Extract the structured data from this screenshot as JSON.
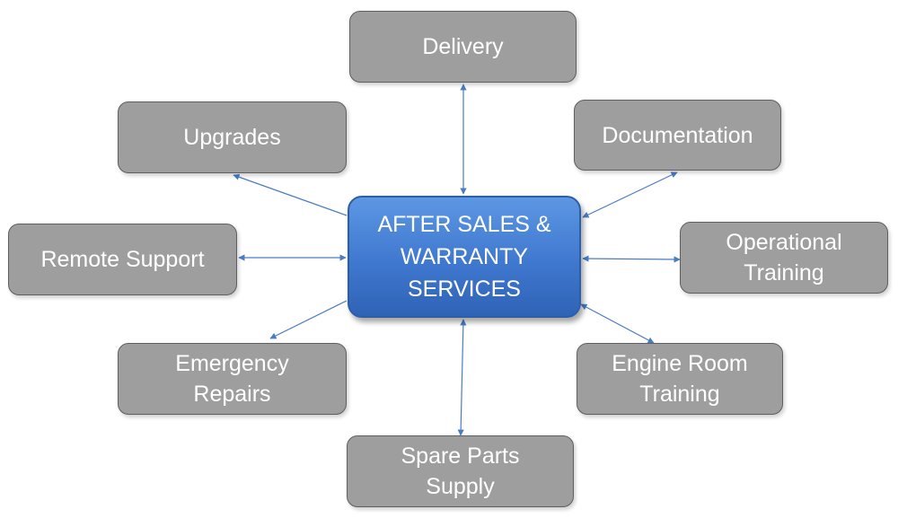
{
  "center": {
    "label": "AFTER SALES &\nWARRANTY\nSERVICES"
  },
  "nodes": {
    "delivery": "Delivery",
    "upgrades": "Upgrades",
    "documentation": "Documentation",
    "remote_support": "Remote Support",
    "operational_training": "Operational\nTraining",
    "emergency_repairs": "Emergency\nRepairs",
    "engine_room_training": "Engine Room\nTraining",
    "spare_parts_supply": "Spare Parts\nSupply"
  },
  "colors": {
    "node_fill": "#9e9e9e",
    "node_border": "#5f5f5f",
    "center_fill": "#4a82d6",
    "arrow": "#4a7cc4"
  }
}
